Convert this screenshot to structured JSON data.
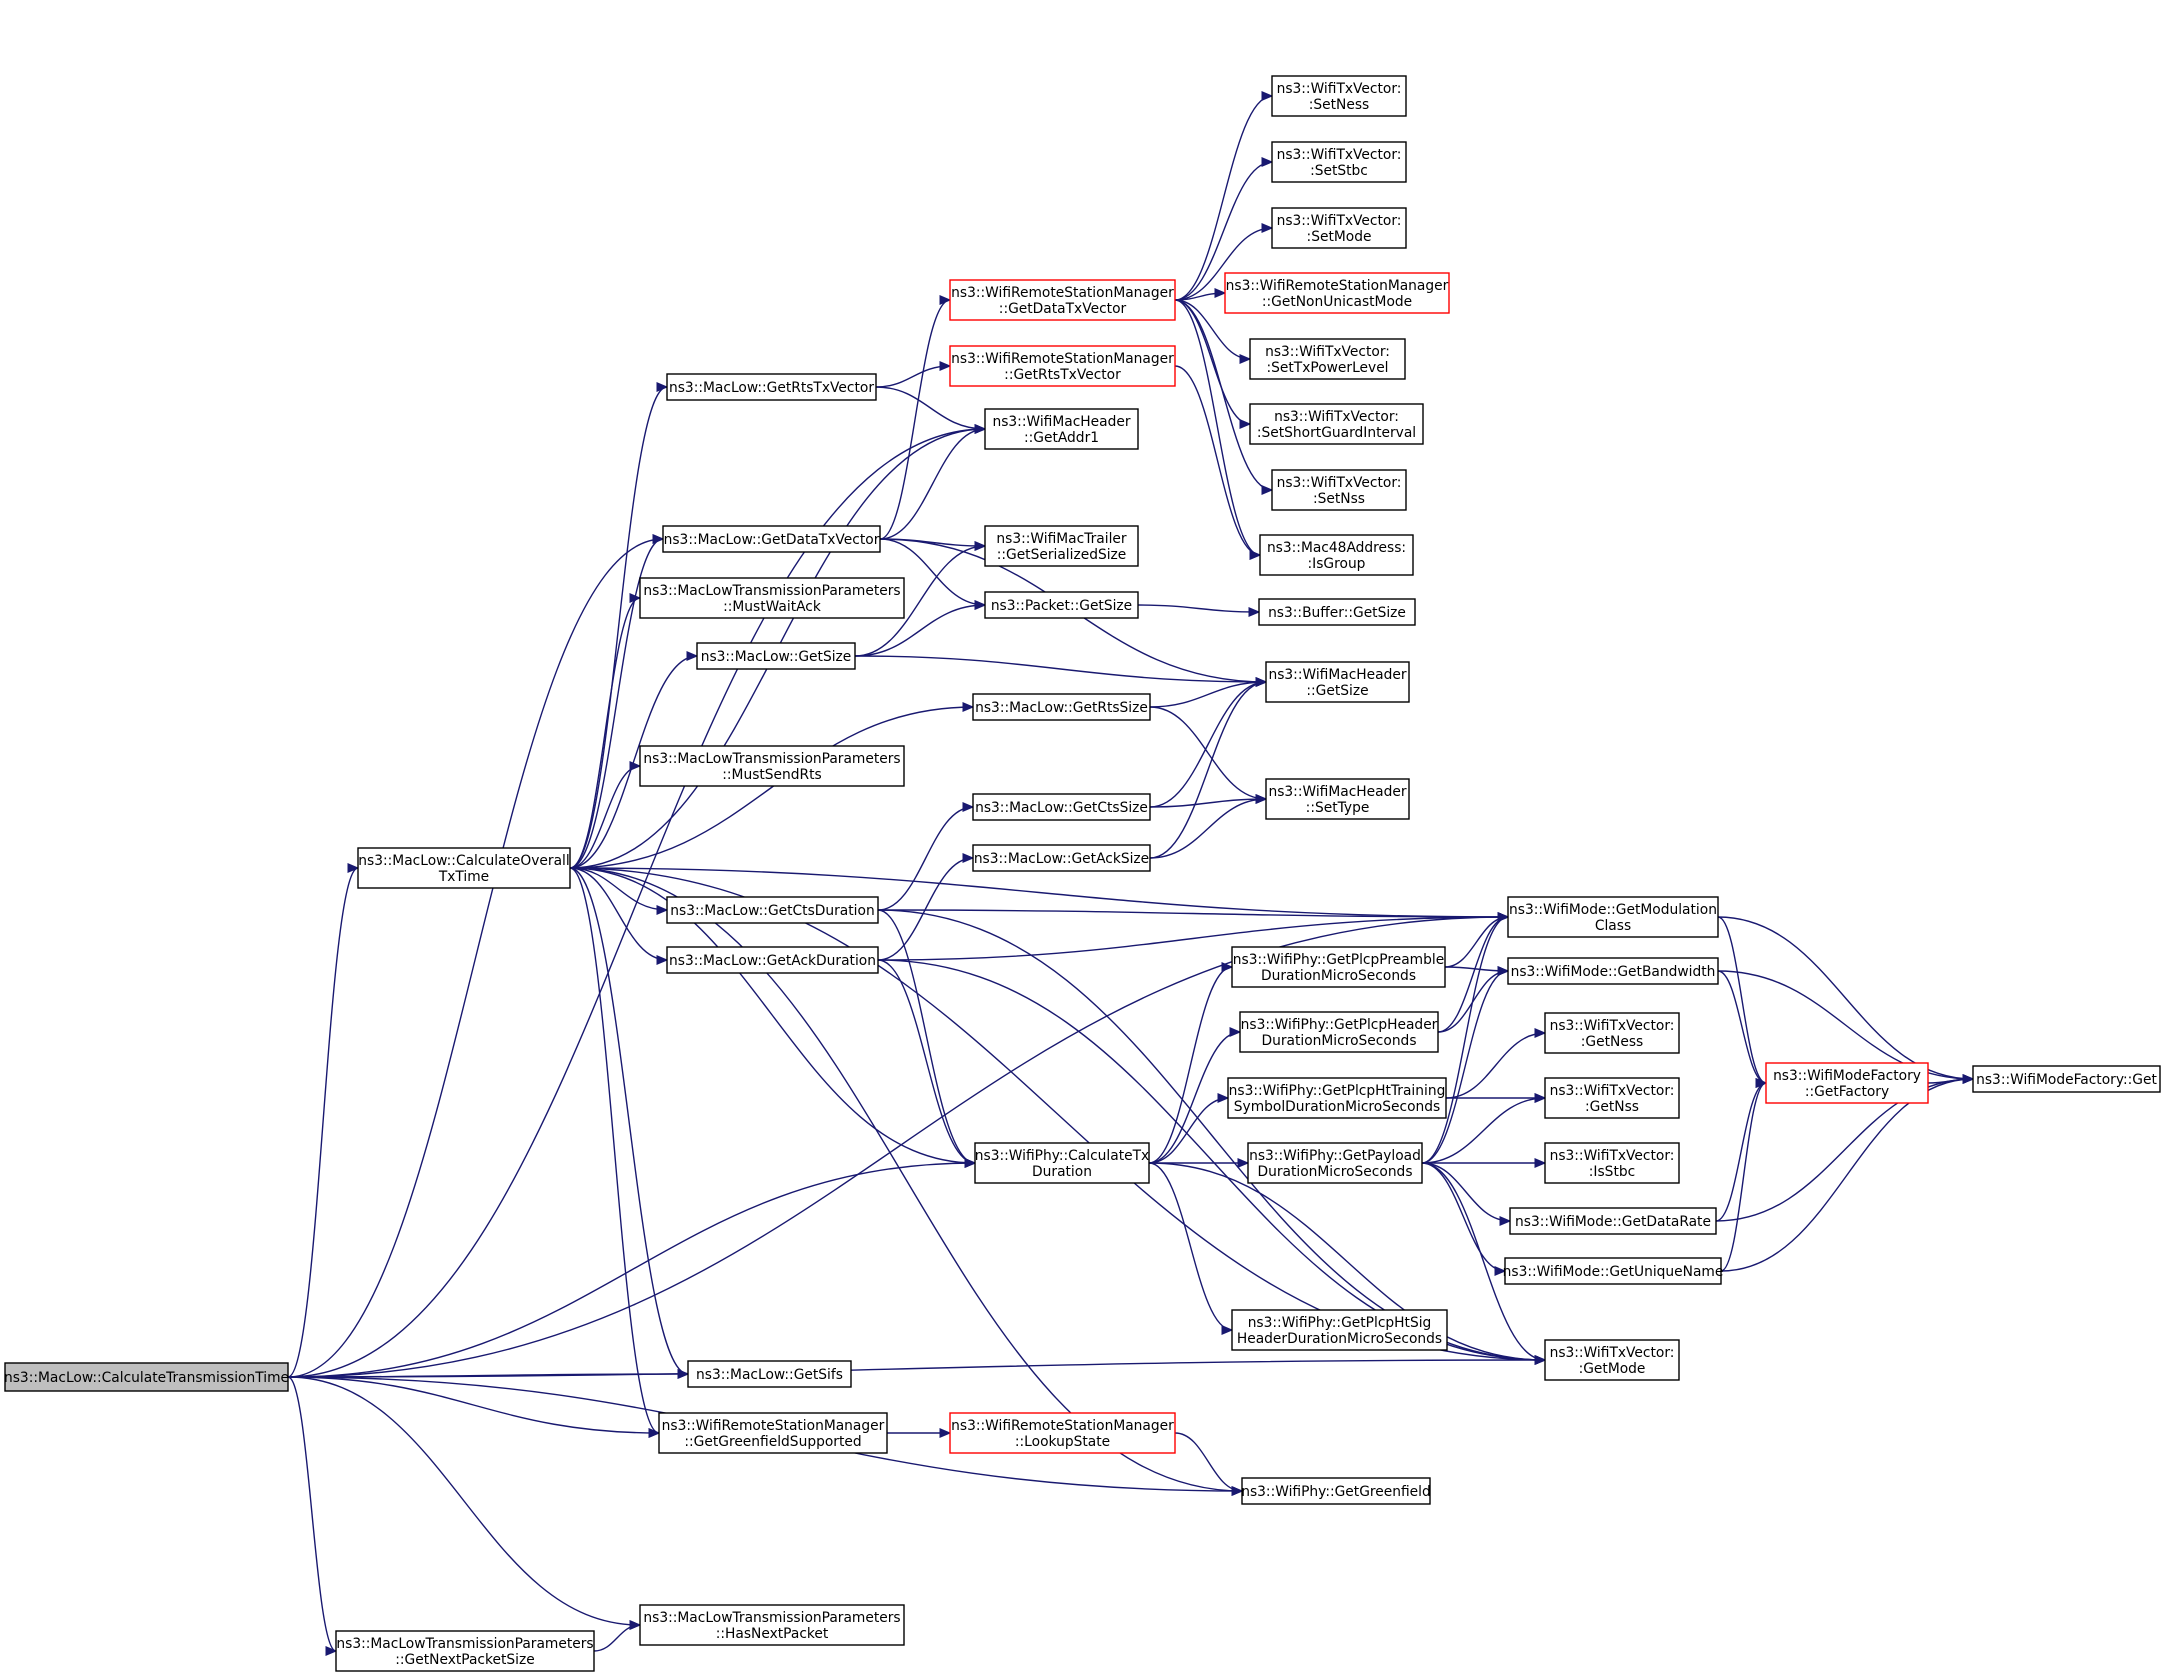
{
  "graph": {
    "edge_color": "#191970",
    "highlight_color": "#ff0000",
    "root": "ns3::MacLow::CalculateTransmissionTime",
    "nodes": [
      {
        "id": "calc_tx_time",
        "lines": [
          "ns3::MacLow::CalculateTransmissionTime"
        ],
        "style": "root"
      },
      {
        "id": "calc_overall",
        "lines": [
          "ns3::MacLow::CalculateOverall",
          "TxTime"
        ]
      },
      {
        "id": "get_rts_txvector",
        "lines": [
          "ns3::MacLow::GetRtsTxVector"
        ]
      },
      {
        "id": "get_data_txvector",
        "lines": [
          "ns3::MacLow::GetDataTxVector"
        ]
      },
      {
        "id": "must_wait_ack",
        "lines": [
          "ns3::MacLowTransmissionParameters",
          "::MustWaitAck"
        ]
      },
      {
        "id": "maclow_getsize",
        "lines": [
          "ns3::MacLow::GetSize"
        ]
      },
      {
        "id": "must_send_rts",
        "lines": [
          "ns3::MacLowTransmissionParameters",
          "::MustSendRts"
        ]
      },
      {
        "id": "get_cts_duration",
        "lines": [
          "ns3::MacLow::GetCtsDuration"
        ]
      },
      {
        "id": "get_ack_duration",
        "lines": [
          "ns3::MacLow::GetAckDuration"
        ]
      },
      {
        "id": "get_sifs",
        "lines": [
          "ns3::MacLow::GetSifs"
        ]
      },
      {
        "id": "rsm_get_greenfield",
        "lines": [
          "ns3::WifiRemoteStationManager",
          "::GetGreenfieldSupported"
        ]
      },
      {
        "id": "get_next_packet_size",
        "lines": [
          "ns3::MacLowTransmissionParameters",
          "::GetNextPacketSize"
        ]
      },
      {
        "id": "has_next_packet",
        "lines": [
          "ns3::MacLowTransmissionParameters",
          "::HasNextPacket"
        ]
      },
      {
        "id": "rsm_get_data_txvector",
        "lines": [
          "ns3::WifiRemoteStationManager",
          "::GetDataTxVector"
        ],
        "style": "red"
      },
      {
        "id": "rsm_get_rts_txvector",
        "lines": [
          "ns3::WifiRemoteStationManager",
          "::GetRtsTxVector"
        ],
        "style": "red"
      },
      {
        "id": "hdr_get_addr1",
        "lines": [
          "ns3::WifiMacHeader",
          "::GetAddr1"
        ]
      },
      {
        "id": "trailer_get_serialized",
        "lines": [
          "ns3::WifiMacTrailer",
          "::GetSerializedSize"
        ]
      },
      {
        "id": "packet_getsize",
        "lines": [
          "ns3::Packet::GetSize"
        ]
      },
      {
        "id": "get_rts_size",
        "lines": [
          "ns3::MacLow::GetRtsSize"
        ]
      },
      {
        "id": "get_cts_size",
        "lines": [
          "ns3::MacLow::GetCtsSize"
        ]
      },
      {
        "id": "get_ack_size",
        "lines": [
          "ns3::MacLow::GetAckSize"
        ]
      },
      {
        "id": "phy_calc_tx_duration",
        "lines": [
          "ns3::WifiPhy::CalculateTx",
          "Duration"
        ]
      },
      {
        "id": "rsm_lookup_state",
        "lines": [
          "ns3::WifiRemoteStationManager",
          "::LookupState"
        ],
        "style": "red"
      },
      {
        "id": "txv_set_ness",
        "lines": [
          "ns3::WifiTxVector:",
          ":SetNess"
        ]
      },
      {
        "id": "txv_set_stbc",
        "lines": [
          "ns3::WifiTxVector:",
          ":SetStbc"
        ]
      },
      {
        "id": "txv_set_mode",
        "lines": [
          "ns3::WifiTxVector:",
          ":SetMode"
        ]
      },
      {
        "id": "rsm_get_nonunicast",
        "lines": [
          "ns3::WifiRemoteStationManager",
          "::GetNonUnicastMode"
        ],
        "style": "red"
      },
      {
        "id": "txv_set_txpower",
        "lines": [
          "ns3::WifiTxVector:",
          ":SetTxPowerLevel"
        ]
      },
      {
        "id": "txv_set_sgi",
        "lines": [
          "ns3::WifiTxVector:",
          ":SetShortGuardInterval"
        ]
      },
      {
        "id": "txv_set_nss",
        "lines": [
          "ns3::WifiTxVector:",
          ":SetNss"
        ]
      },
      {
        "id": "mac48_is_group",
        "lines": [
          "ns3::Mac48Address:",
          ":IsGroup"
        ]
      },
      {
        "id": "buffer_getsize",
        "lines": [
          "ns3::Buffer::GetSize"
        ]
      },
      {
        "id": "hdr_getsize",
        "lines": [
          "ns3::WifiMacHeader",
          "::GetSize"
        ]
      },
      {
        "id": "hdr_settype",
        "lines": [
          "ns3::WifiMacHeader",
          "::SetType"
        ]
      },
      {
        "id": "phy_plcp_preamble",
        "lines": [
          "ns3::WifiPhy::GetPlcpPreamble",
          "DurationMicroSeconds"
        ]
      },
      {
        "id": "phy_plcp_header",
        "lines": [
          "ns3::WifiPhy::GetPlcpHeader",
          "DurationMicroSeconds"
        ]
      },
      {
        "id": "phy_plcp_httraining",
        "lines": [
          "ns3::WifiPhy::GetPlcpHtTraining",
          "SymbolDurationMicroSeconds"
        ]
      },
      {
        "id": "phy_payload_duration",
        "lines": [
          "ns3::WifiPhy::GetPayload",
          "DurationMicroSeconds"
        ]
      },
      {
        "id": "phy_plcp_htsig",
        "lines": [
          "ns3::WifiPhy::GetPlcpHtSig",
          "HeaderDurationMicroSeconds"
        ]
      },
      {
        "id": "phy_get_greenfield",
        "lines": [
          "ns3::WifiPhy::GetGreenfield"
        ]
      },
      {
        "id": "mode_get_modclass",
        "lines": [
          "ns3::WifiMode::GetModulation",
          "Class"
        ]
      },
      {
        "id": "mode_get_bandwidth",
        "lines": [
          "ns3::WifiMode::GetBandwidth"
        ]
      },
      {
        "id": "txv_get_ness",
        "lines": [
          "ns3::WifiTxVector:",
          ":GetNess"
        ]
      },
      {
        "id": "txv_get_nss",
        "lines": [
          "ns3::WifiTxVector:",
          ":GetNss"
        ]
      },
      {
        "id": "txv_is_stbc",
        "lines": [
          "ns3::WifiTxVector:",
          ":IsStbc"
        ]
      },
      {
        "id": "mode_get_datarate",
        "lines": [
          "ns3::WifiMode::GetDataRate"
        ]
      },
      {
        "id": "mode_get_uniquename",
        "lines": [
          "ns3::WifiMode::GetUniqueName"
        ]
      },
      {
        "id": "txv_get_mode",
        "lines": [
          "ns3::WifiTxVector:",
          ":GetMode"
        ]
      },
      {
        "id": "modefactory_getfactory",
        "lines": [
          "ns3::WifiModeFactory",
          "::GetFactory"
        ],
        "style": "red"
      },
      {
        "id": "modefactory_get",
        "lines": [
          "ns3::WifiModeFactory::Get"
        ]
      }
    ],
    "edges": [
      [
        "calc_tx_time",
        "calc_overall"
      ],
      [
        "calc_tx_time",
        "mode_get_modclass"
      ],
      [
        "calc_tx_time",
        "hdr_get_addr1"
      ],
      [
        "calc_tx_time",
        "get_data_txvector"
      ],
      [
        "calc_tx_time",
        "phy_calc_tx_duration"
      ],
      [
        "calc_tx_time",
        "get_sifs"
      ],
      [
        "calc_tx_time",
        "rsm_get_greenfield"
      ],
      [
        "calc_tx_time",
        "phy_get_greenfield"
      ],
      [
        "calc_tx_time",
        "txv_get_mode"
      ],
      [
        "calc_tx_time",
        "get_next_packet_size"
      ],
      [
        "calc_tx_time",
        "has_next_packet"
      ],
      [
        "calc_overall",
        "get_rts_txvector"
      ],
      [
        "calc_overall",
        "hdr_get_addr1"
      ],
      [
        "calc_overall",
        "get_data_txvector"
      ],
      [
        "calc_overall",
        "must_wait_ack"
      ],
      [
        "calc_overall",
        "maclow_getsize"
      ],
      [
        "calc_overall",
        "get_rts_size"
      ],
      [
        "calc_overall",
        "must_send_rts"
      ],
      [
        "calc_overall",
        "mode_get_modclass"
      ],
      [
        "calc_overall",
        "get_cts_duration"
      ],
      [
        "calc_overall",
        "get_ack_duration"
      ],
      [
        "calc_overall",
        "phy_calc_tx_duration"
      ],
      [
        "calc_overall",
        "get_sifs"
      ],
      [
        "calc_overall",
        "rsm_get_greenfield"
      ],
      [
        "calc_overall",
        "phy_get_greenfield"
      ],
      [
        "calc_overall",
        "txv_get_mode"
      ],
      [
        "get_rts_txvector",
        "rsm_get_rts_txvector"
      ],
      [
        "get_rts_txvector",
        "hdr_get_addr1"
      ],
      [
        "get_data_txvector",
        "rsm_get_data_txvector"
      ],
      [
        "get_data_txvector",
        "hdr_get_addr1"
      ],
      [
        "get_data_txvector",
        "trailer_get_serialized"
      ],
      [
        "get_data_txvector",
        "packet_getsize"
      ],
      [
        "get_data_txvector",
        "hdr_getsize"
      ],
      [
        "maclow_getsize",
        "trailer_get_serialized"
      ],
      [
        "maclow_getsize",
        "packet_getsize"
      ],
      [
        "maclow_getsize",
        "hdr_getsize"
      ],
      [
        "get_cts_duration",
        "get_cts_size"
      ],
      [
        "get_cts_duration",
        "mode_get_modclass"
      ],
      [
        "get_cts_duration",
        "phy_calc_tx_duration"
      ],
      [
        "get_cts_duration",
        "txv_get_mode"
      ],
      [
        "get_ack_duration",
        "get_ack_size"
      ],
      [
        "get_ack_duration",
        "mode_get_modclass"
      ],
      [
        "get_ack_duration",
        "phy_calc_tx_duration"
      ],
      [
        "get_ack_duration",
        "txv_get_mode"
      ],
      [
        "rsm_get_greenfield",
        "rsm_lookup_state"
      ],
      [
        "get_next_packet_size",
        "has_next_packet"
      ],
      [
        "rsm_get_data_txvector",
        "txv_set_ness"
      ],
      [
        "rsm_get_data_txvector",
        "txv_set_stbc"
      ],
      [
        "rsm_get_data_txvector",
        "txv_set_mode"
      ],
      [
        "rsm_get_data_txvector",
        "rsm_get_nonunicast"
      ],
      [
        "rsm_get_data_txvector",
        "txv_set_txpower"
      ],
      [
        "rsm_get_data_txvector",
        "txv_set_sgi"
      ],
      [
        "rsm_get_data_txvector",
        "txv_set_nss"
      ],
      [
        "rsm_get_data_txvector",
        "mac48_is_group"
      ],
      [
        "rsm_get_rts_txvector",
        "mac48_is_group"
      ],
      [
        "packet_getsize",
        "buffer_getsize"
      ],
      [
        "get_rts_size",
        "hdr_getsize"
      ],
      [
        "get_rts_size",
        "hdr_settype"
      ],
      [
        "get_cts_size",
        "hdr_getsize"
      ],
      [
        "get_cts_size",
        "hdr_settype"
      ],
      [
        "get_ack_size",
        "hdr_getsize"
      ],
      [
        "get_ack_size",
        "hdr_settype"
      ],
      [
        "phy_calc_tx_duration",
        "phy_plcp_preamble"
      ],
      [
        "phy_calc_tx_duration",
        "phy_plcp_header"
      ],
      [
        "phy_calc_tx_duration",
        "phy_plcp_httraining"
      ],
      [
        "phy_calc_tx_duration",
        "phy_payload_duration"
      ],
      [
        "phy_calc_tx_duration",
        "phy_plcp_htsig"
      ],
      [
        "phy_calc_tx_duration",
        "txv_get_mode"
      ],
      [
        "rsm_lookup_state",
        "phy_get_greenfield"
      ],
      [
        "phy_plcp_preamble",
        "mode_get_modclass"
      ],
      [
        "phy_plcp_preamble",
        "mode_get_bandwidth"
      ],
      [
        "phy_plcp_header",
        "mode_get_modclass"
      ],
      [
        "phy_plcp_header",
        "mode_get_bandwidth"
      ],
      [
        "phy_plcp_httraining",
        "txv_get_ness"
      ],
      [
        "phy_plcp_httraining",
        "txv_get_nss"
      ],
      [
        "phy_payload_duration",
        "mode_get_modclass"
      ],
      [
        "phy_payload_duration",
        "mode_get_bandwidth"
      ],
      [
        "phy_payload_duration",
        "txv_get_nss"
      ],
      [
        "phy_payload_duration",
        "txv_is_stbc"
      ],
      [
        "phy_payload_duration",
        "mode_get_datarate"
      ],
      [
        "phy_payload_duration",
        "mode_get_uniquename"
      ],
      [
        "phy_payload_duration",
        "txv_get_mode"
      ],
      [
        "mode_get_modclass",
        "modefactory_getfactory"
      ],
      [
        "mode_get_modclass",
        "modefactory_get"
      ],
      [
        "mode_get_bandwidth",
        "modefactory_getfactory"
      ],
      [
        "mode_get_bandwidth",
        "modefactory_get"
      ],
      [
        "mode_get_datarate",
        "modefactory_getfactory"
      ],
      [
        "mode_get_datarate",
        "modefactory_get"
      ],
      [
        "mode_get_uniquename",
        "modefactory_getfactory"
      ],
      [
        "mode_get_uniquename",
        "modefactory_get"
      ],
      [
        "modefactory_getfactory",
        "modefactory_get"
      ]
    ]
  }
}
